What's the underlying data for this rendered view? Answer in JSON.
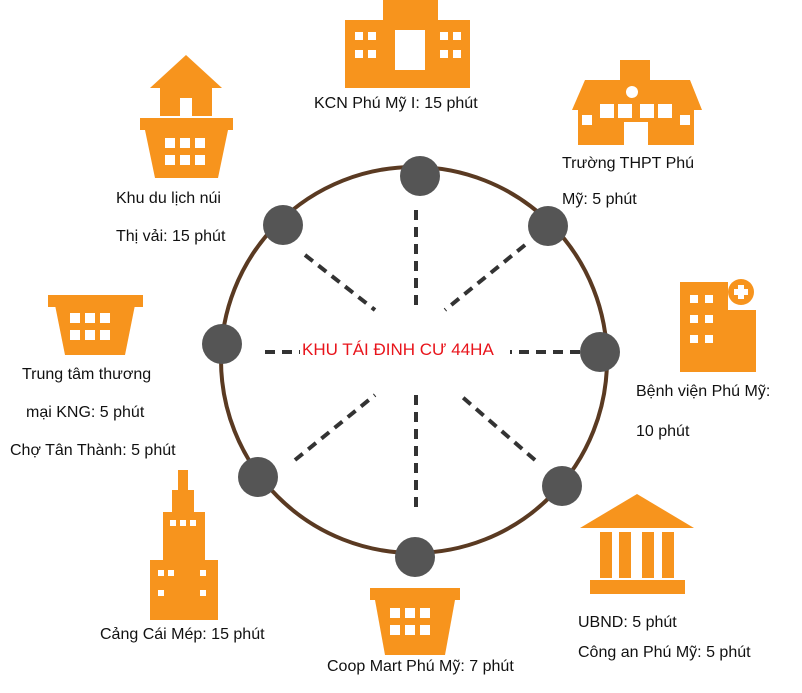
{
  "center_label": "KHU TÁI ĐINH CƯ 44HA",
  "colors": {
    "icon": "#f7941d",
    "ring": "#5a3a22",
    "node": "#555555",
    "center_text": "#e8141b"
  },
  "destinations": [
    {
      "icon": "factory-icon",
      "lines": [
        "KCN Phú Mỹ I: 15 phút"
      ]
    },
    {
      "icon": "school-icon",
      "lines": [
        "Trường THPT Phú",
        "Mỹ: 5 phút"
      ]
    },
    {
      "icon": "hospital-icon",
      "lines": [
        "Bệnh viện Phú Mỹ:",
        "10 phút"
      ]
    },
    {
      "icon": "government-building-icon",
      "lines": [
        "UBND: 5 phút",
        "Công an Phú Mỹ: 5 phút"
      ]
    },
    {
      "icon": "shopping-basket-icon",
      "lines": [
        "Coop Mart Phú Mỹ: 7 phút"
      ]
    },
    {
      "icon": "tower-icon",
      "lines": [
        "Cảng Cái Mép: 15 phút"
      ]
    },
    {
      "icon": "shopping-basket-icon",
      "lines": [
        "Trung tâm thương",
        "mại KNG: 5 phút",
        "Chợ Tân Thành: 5 phút"
      ]
    },
    {
      "icon": "house-basket-icon",
      "lines": [
        "Khu du lịch núi",
        "Thị vải: 15 phút"
      ]
    }
  ]
}
